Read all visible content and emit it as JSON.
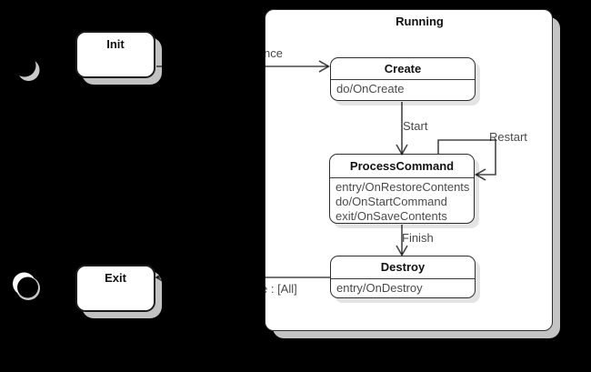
{
  "diagram": {
    "composite_state": {
      "title": "Running"
    },
    "states": {
      "init": {
        "title": "Init"
      },
      "exit": {
        "title": "Exit"
      },
      "create": {
        "title": "Create",
        "features": [
          "do/OnCreate"
        ]
      },
      "process_command": {
        "title": "ProcessCommand",
        "features": [
          "entry/OnRestoreContents",
          "do/OnStartCommand",
          "exit/OnSaveContents"
        ]
      },
      "destroy": {
        "title": "Destroy",
        "features": [
          "entry/OnDestroy"
        ]
      }
    },
    "transitions": {
      "init_to_create_visible_label": "nce",
      "create_to_process": "Start",
      "process_self_loop": "Restart",
      "process_to_destroy": "Finish",
      "destroy_to_exit_visible_label": "e :  [All]"
    },
    "colors": {
      "background": "#000000",
      "state_fill": "#ffffff",
      "state_border": "#2e2e2e",
      "connector": "rgba(0,0,0,0.72)",
      "shadow_on_black": "#c4c4c4",
      "shadow_on_white": "#e4e4e4"
    }
  }
}
